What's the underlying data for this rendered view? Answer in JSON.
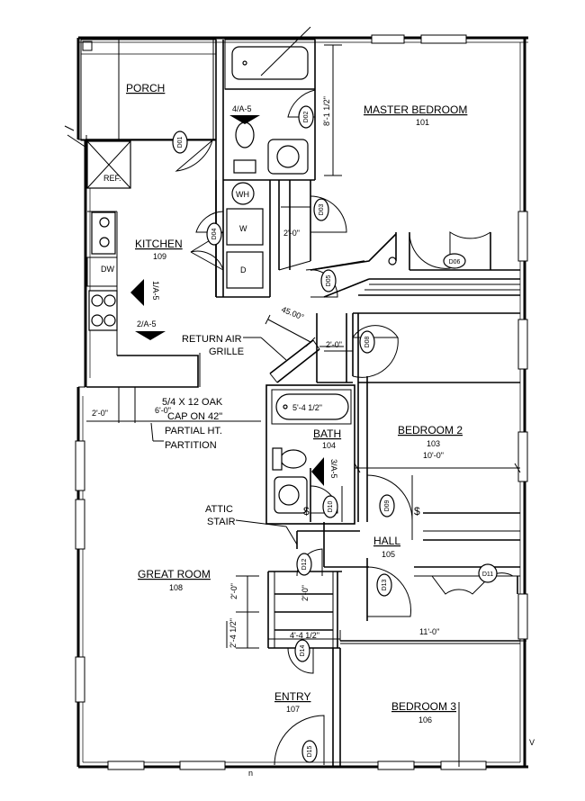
{
  "rooms": {
    "porch": {
      "name": "PORCH"
    },
    "master": {
      "name": "MASTER BEDROOM",
      "number": "101"
    },
    "kitchen": {
      "name": "KITCHEN",
      "number": "109"
    },
    "bedroom2": {
      "name": "BEDROOM 2",
      "number": "103",
      "dim": "10'-0\""
    },
    "bath": {
      "name": "BATH",
      "number": "104"
    },
    "hall": {
      "name": "HALL",
      "number": "105"
    },
    "great": {
      "name": "GREAT ROOM",
      "number": "108"
    },
    "entry": {
      "name": "ENTRY",
      "number": "107"
    },
    "bedroom3": {
      "name": "BEDROOM 3",
      "number": "106"
    }
  },
  "fixtures": {
    "ref": "REF.",
    "dw": "DW",
    "wh": "WH",
    "washer": "W",
    "dryer": "D",
    "tub": "5'-4 1/2\""
  },
  "doors": [
    "D01",
    "D02",
    "D03",
    "D04",
    "D05",
    "D06",
    "D08",
    "D09",
    "D10",
    "D11",
    "D12",
    "D13",
    "D14",
    "D15"
  ],
  "section_marks": {
    "s4a5": "4/A-5",
    "s1a5": "1/A-5",
    "s2a5": "2/A-5",
    "s3a5": "3/A-5"
  },
  "dimensions": {
    "master_closet": "8'-1 1/2\"",
    "laundry_width": "2'-0\"",
    "angle": "45.00°",
    "closet_220": "2'-0\"",
    "left_20": "2'-0\"",
    "oak": "6'-0\"",
    "stair_20a": "2'-0\"",
    "stair_20b": "2'-0\"",
    "stair_412": "2'-4 1/2\"",
    "stair_4412": "4'-4 1/2\"",
    "hall_110": "11'-0\""
  },
  "notes": {
    "return_air": [
      "RETURN AIR",
      "GRILLE"
    ],
    "oak_cap": [
      "5/4  X 12 OAK",
      "CAP ON 42\""
    ],
    "partial": [
      "PARTIAL HT.",
      "PARTITION"
    ],
    "attic": [
      "ATTIC",
      "STAIR"
    ]
  },
  "misc": {
    "switch_a": "$",
    "switch_b": "$",
    "bottom_mark": "n",
    "right_mark": "V"
  }
}
